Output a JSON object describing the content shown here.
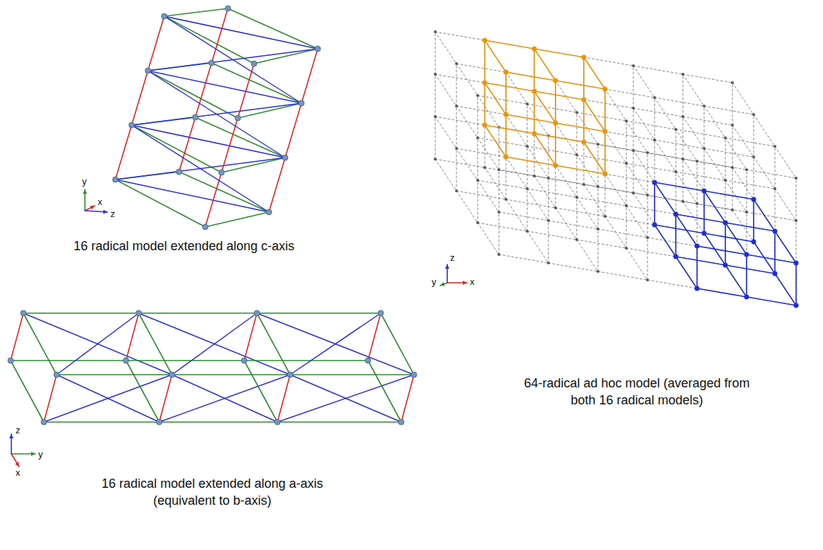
{
  "diagram": {
    "labels": [
      "y",
      "x",
      "z",
      "16 radical model extended along c-axis",
      "z",
      "y",
      "x",
      "16 radical model extended along a-axis (equivalent to b-axis)",
      "z",
      "y",
      "x",
      "64-radical ad hoc model (averaged from both 16 radical models)"
    ]
  }
}
